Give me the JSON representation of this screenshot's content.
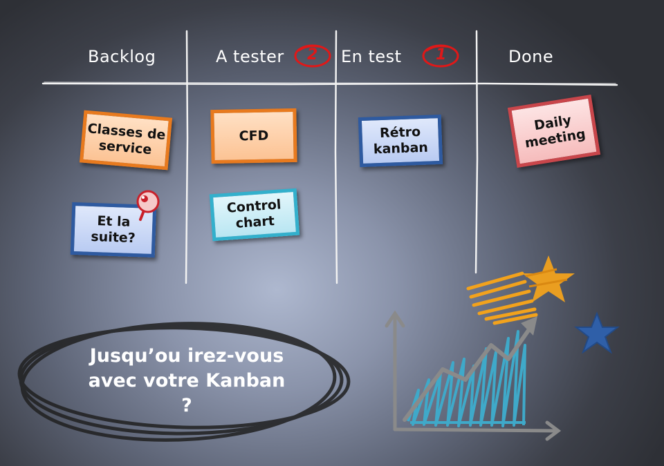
{
  "columns": [
    {
      "label": "Backlog"
    },
    {
      "label": "A tester",
      "wip": "2"
    },
    {
      "label": "En test",
      "wip": "1"
    },
    {
      "label": "Done"
    }
  ],
  "cards": {
    "classes_service": "Classes de\nservice",
    "cfd": "CFD",
    "retro_kanban": "Rétro\nkanban",
    "daily_meeting": "Daily\nmeeting",
    "et_la_suite": "Et la\nsuite?",
    "control_chart": "Control\nchart"
  },
  "tagline": "Jusqu’ou irez-vous\navec votre Kanban\n?",
  "colors": {
    "orange_border": "#e87a1e",
    "blue_border": "#2e5aa0",
    "cyan_border": "#33b0cc",
    "red_border": "#c9464b",
    "wip_red": "#e01818",
    "star_orange": "#f2a21c",
    "star_blue": "#2f5fa8",
    "chart_fill": "#3fa9c9"
  }
}
